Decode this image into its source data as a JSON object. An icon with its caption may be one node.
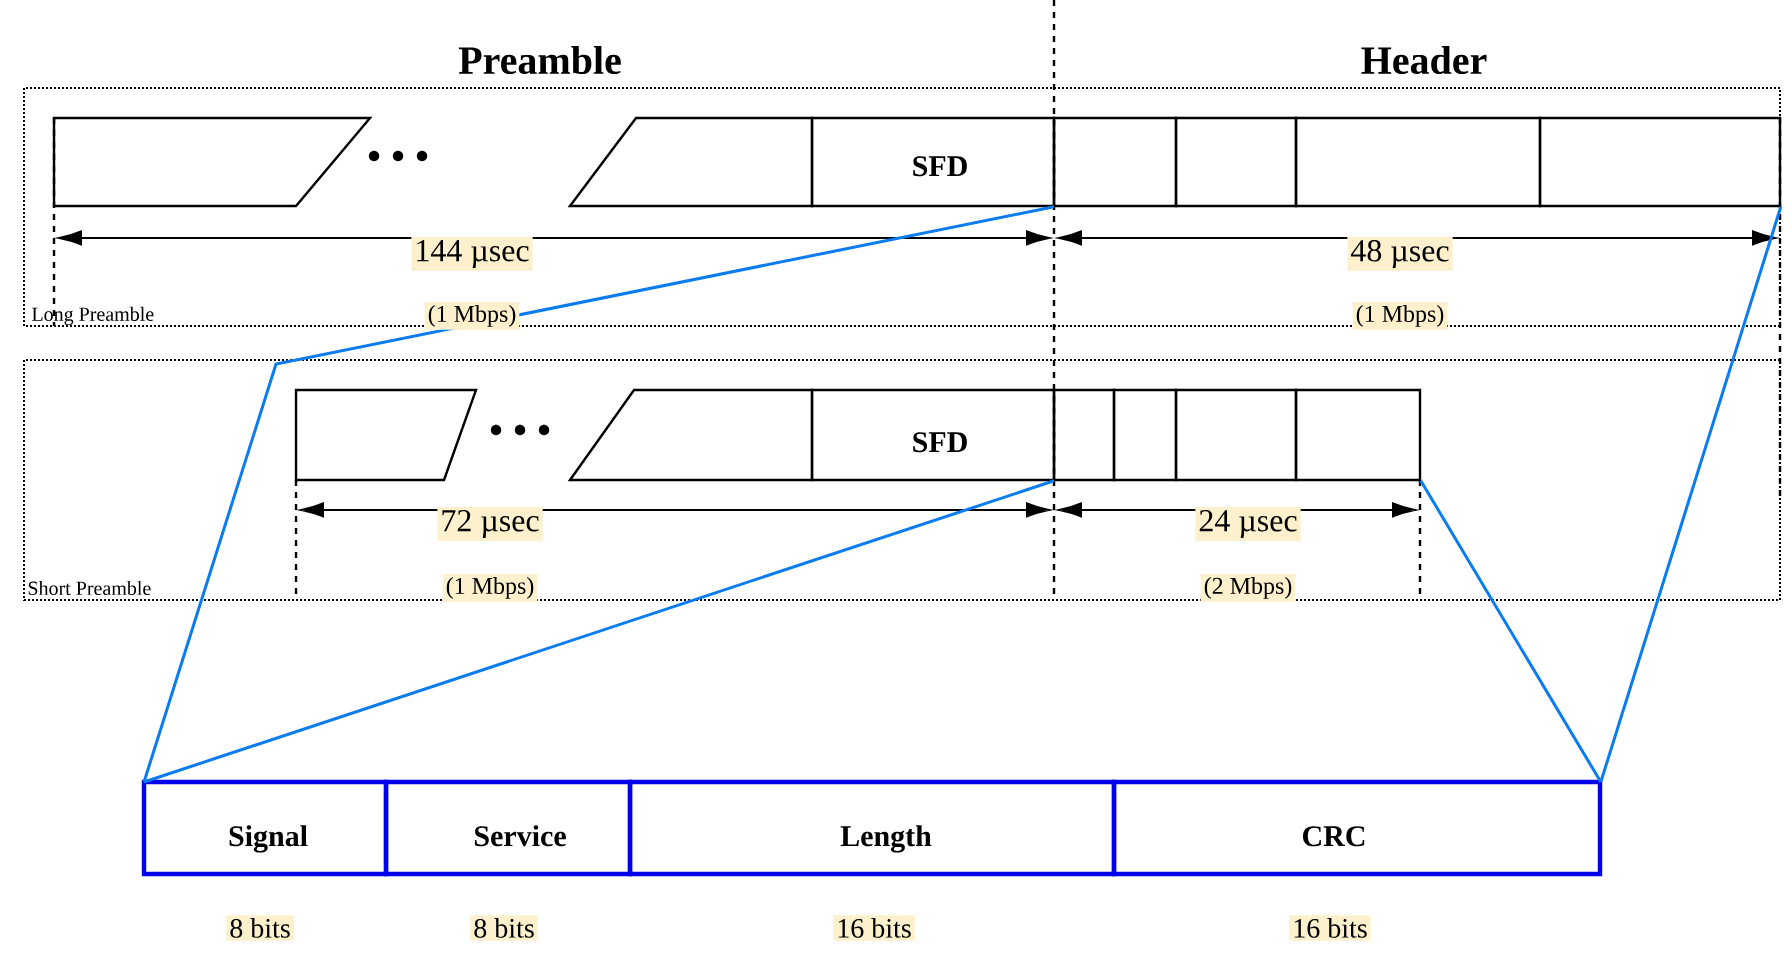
{
  "diagram": {
    "nodes": [
      {
        "text": [],
        "shape": "box"
      },
      {
        "text": [],
        "shape": "box"
      },
      {
        "text": [
          "SFD"
        ]
      },
      {
        "text": [],
        "shape": "box"
      },
      {
        "text": [],
        "shape": "box"
      },
      {
        "text": [],
        "shape": "box"
      },
      {
        "text": [],
        "shape": "box"
      },
      {
        "text": [],
        "shape": "box"
      },
      {
        "text": [],
        "shape": "box"
      },
      {
        "text": [
          "SFD"
        ]
      },
      {
        "text": [],
        "shape": "box"
      },
      {
        "text": [],
        "shape": "box"
      },
      {
        "text": [],
        "shape": "box"
      },
      {
        "text": [],
        "shape": "box"
      },
      {
        "text": [
          "Signal"
        ]
      },
      {
        "text": [
          "Service"
        ]
      },
      {
        "text": [
          "Length"
        ]
      },
      {
        "text": [
          "CRC"
        ]
      }
    ],
    "edges": [
      {
        "from": 3,
        "to": 14,
        "arrow": "none"
      },
      {
        "from": 6,
        "to": 17,
        "arrow": "none"
      },
      {
        "from": 10,
        "to": 14,
        "arrow": "none"
      },
      {
        "from": 13,
        "to": 17,
        "arrow": "none"
      }
    ],
    "labels": [
      "Preamble",
      "Header",
      "144 µsec",
      "48 µsec",
      "Long Preamble",
      "(1 Mbps)",
      "(1 Mbps)",
      "72 µsec",
      "24 µsec",
      "Short Preamble",
      "(1 Mbps)",
      "(2 Mbps)",
      "8 bits",
      "8 bits",
      "16 bits",
      "16 bits"
    ]
  }
}
